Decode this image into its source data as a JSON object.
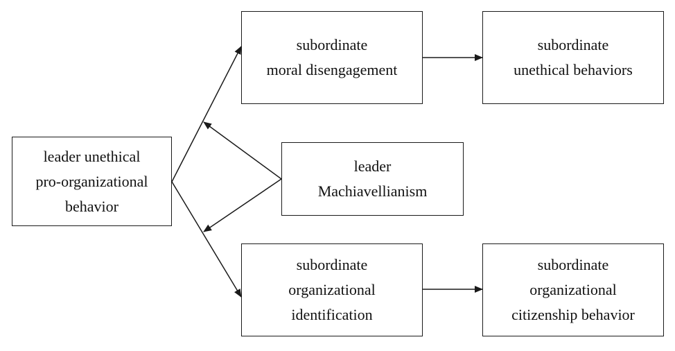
{
  "diagram": {
    "nodes": {
      "leader_ulpb": {
        "lines": [
          "leader unethical",
          "pro-organizational",
          "behavior"
        ]
      },
      "moral_disengagement": {
        "lines": [
          "subordinate",
          "moral disengagement"
        ]
      },
      "unethical_behaviors": {
        "lines": [
          "subordinate",
          "unethical behaviors"
        ]
      },
      "machiavellianism": {
        "lines": [
          "leader",
          "Machiavellianism"
        ]
      },
      "org_identification": {
        "lines": [
          "subordinate",
          "organizational",
          "identification"
        ]
      },
      "citizenship_behavior": {
        "lines": [
          "subordinate",
          "organizational",
          "citizenship behavior"
        ]
      }
    },
    "edges": [
      {
        "from": "leader_ulpb",
        "to": "moral_disengagement"
      },
      {
        "from": "moral_disengagement",
        "to": "unethical_behaviors"
      },
      {
        "from": "leader_ulpb",
        "to": "org_identification"
      },
      {
        "from": "org_identification",
        "to": "citizenship_behavior"
      },
      {
        "from": "machiavellianism",
        "to": "edge:leader_ulpb->moral_disengagement"
      },
      {
        "from": "machiavellianism",
        "to": "edge:leader_ulpb->org_identification"
      }
    ],
    "colors": {
      "stroke": "#1a1a1a",
      "text": "#111111",
      "background": "#ffffff"
    }
  }
}
